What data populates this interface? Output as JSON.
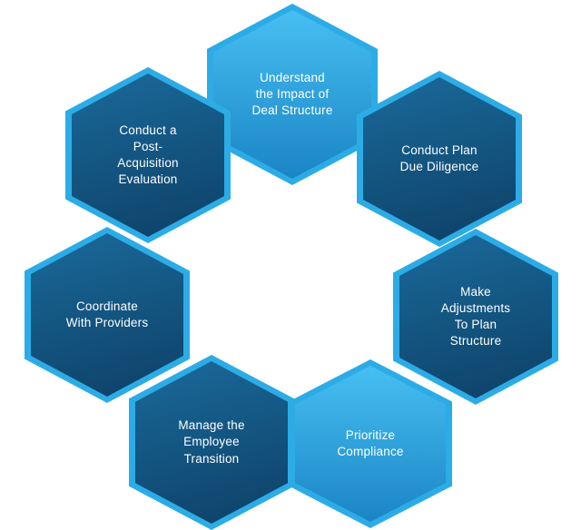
{
  "diagram": {
    "colors": {
      "background": "#FFFFFF",
      "border": "#2CACE6",
      "dark-top": "#1A6A9B",
      "dark-bottom": "#0D4066",
      "light-top": "#47BFF2",
      "light-bottom": "#1A85C5",
      "label": "#FFFFFF"
    },
    "items": [
      {
        "label": "Understand\nthe Impact of\nDeal Structure",
        "variant": "light"
      },
      {
        "label": "Conduct Plan\nDue Diligence",
        "variant": "dark"
      },
      {
        "label": "Make\nAdjustments\nTo Plan\nStructure",
        "variant": "dark"
      },
      {
        "label": "Prioritize\nCompliance",
        "variant": "light"
      },
      {
        "label": "Manage the\nEmployee\nTransition",
        "variant": "dark"
      },
      {
        "label": "Coordinate\nWith Providers",
        "variant": "dark"
      },
      {
        "label": "Conduct a\nPost-\nAcquisition\nEvaluation",
        "variant": "dark"
      }
    ]
  }
}
